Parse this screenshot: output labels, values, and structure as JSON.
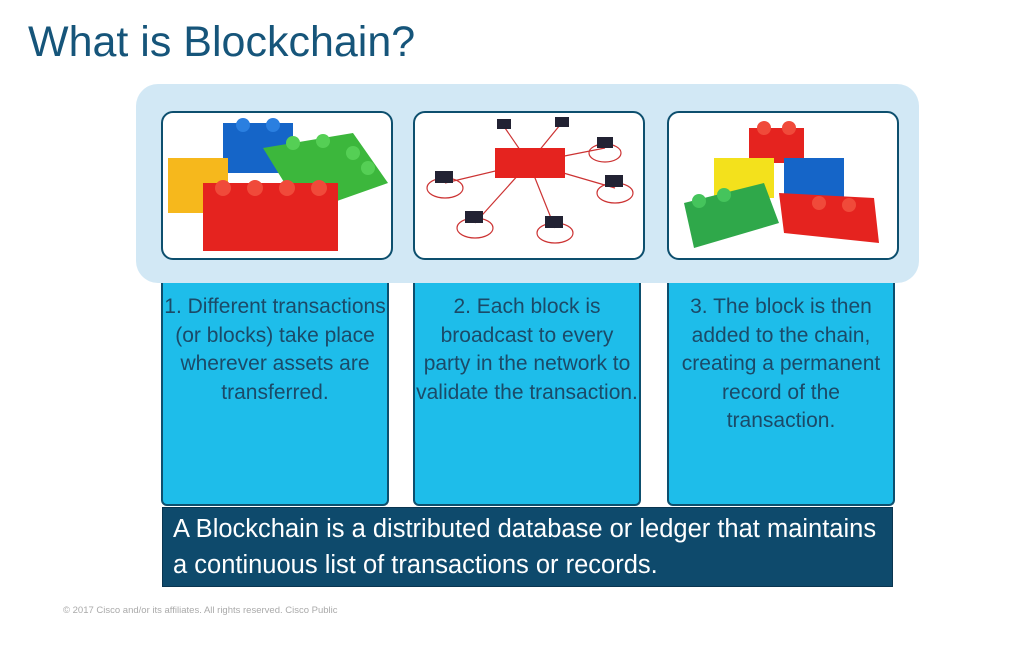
{
  "title": "What is Blockchain?",
  "steps": [
    {
      "text": "1. Different transactions (or blocks) take place wherever assets are transferred.",
      "image": "lego-bricks-pile"
    },
    {
      "text": "2. Each block is broadcast to every party in the network to validate the transaction.",
      "image": "network-broadcast"
    },
    {
      "text": "3. The block is then added to the chain, creating a permanent record of the transaction.",
      "image": "lego-bricks-stacked"
    }
  ],
  "definition": "A Blockchain is a distributed database or ledger that maintains a continuous list of transactions or records.",
  "footer": "© 2017  Cisco and/or its affiliates. All rights reserved.   Cisco Public",
  "colors": {
    "title": "#16557a",
    "panel": "#d2e8f5",
    "step_box": "#1ebdea",
    "definition_box": "#0e4a6c"
  }
}
